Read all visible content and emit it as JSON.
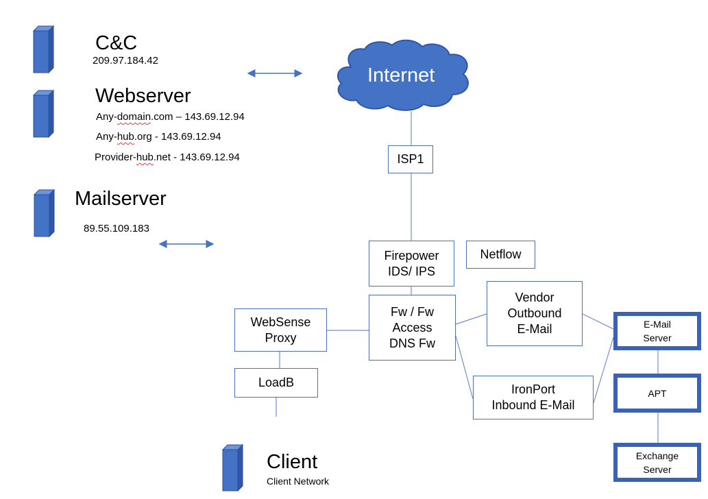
{
  "servers": {
    "cc": {
      "title": "C&C",
      "ip": "209.97.184.42"
    },
    "webserver": {
      "title": "Webserver",
      "domains": [
        {
          "prefix": "Any-",
          "squiggle": "domain",
          "rest": ".com – 143.69.12.94"
        },
        {
          "prefix": "Any-",
          "squiggle": "hub",
          "rest": ".org - 143.69.12.94"
        },
        {
          "prefix": "Provider-",
          "squiggle": "hub",
          "rest": ".net - 143.69.12.94"
        }
      ]
    },
    "mailserver": {
      "title": "Mailserver",
      "ip": "89.55.109.183"
    }
  },
  "internet": {
    "label": "Internet"
  },
  "nodes": {
    "isp1": "ISP1",
    "firepower": "Firepower\nIDS/ IPS",
    "netflow": "Netflow",
    "fw": "Fw / Fw\nAccess\nDNS Fw",
    "websense": "WebSense\nProxy",
    "loadb": "LoadB",
    "vendor": "Vendor\nOutbound\nE-Mail",
    "ironport": "IronPort\nInbound E-Mail",
    "email_server": "E-Mail\nServer",
    "apt": "APT",
    "exchange": "Exchange\nServer"
  },
  "client": {
    "title": "Client",
    "subtitle": "Client Network"
  },
  "colors": {
    "accent": "#3a63b8",
    "cloud": "#4472c4",
    "line": "#6f8fd0"
  }
}
